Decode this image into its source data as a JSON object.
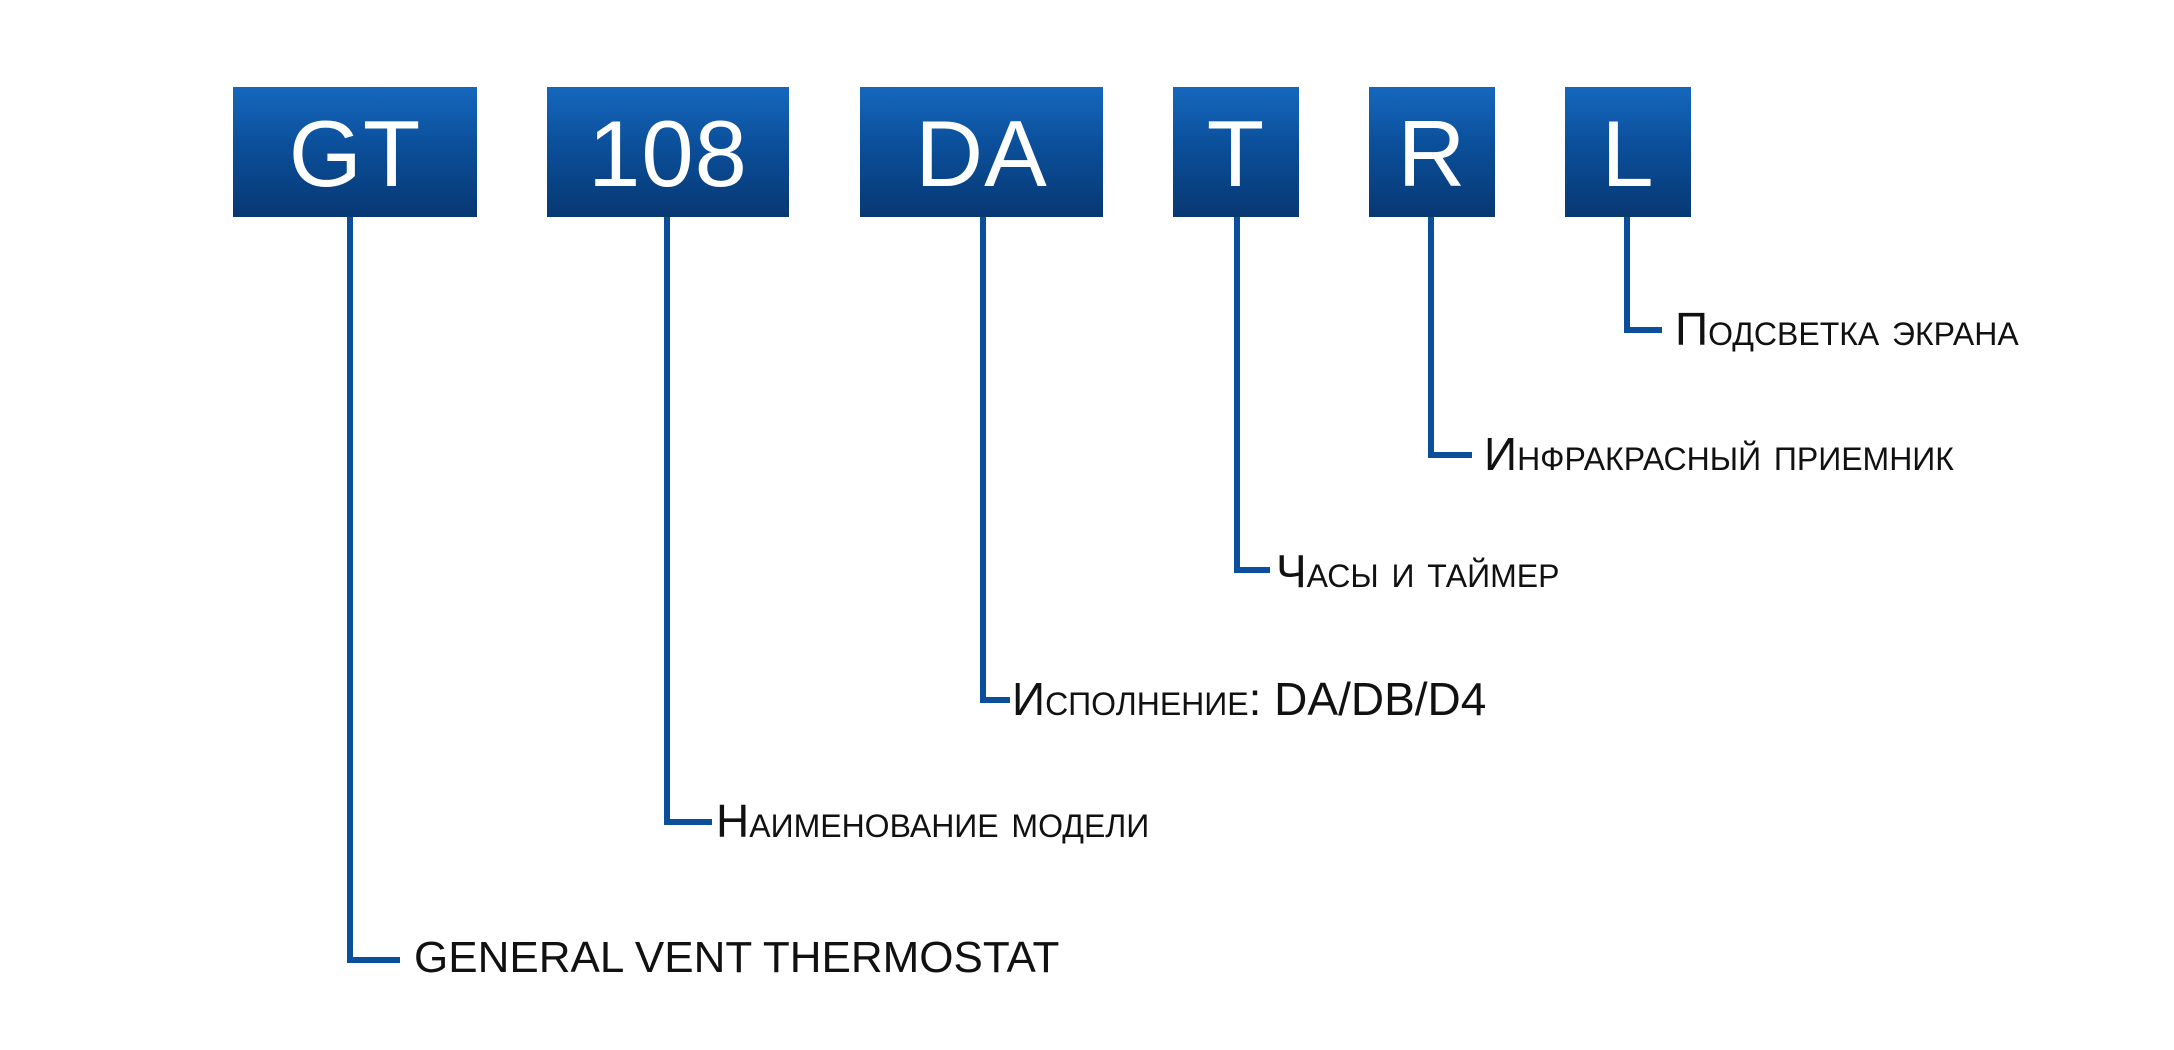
{
  "accent_color": "#0b4f9a",
  "codes": [
    {
      "id": "gt",
      "text": "GT"
    },
    {
      "id": "108",
      "text": "108"
    },
    {
      "id": "da",
      "text": "DA"
    },
    {
      "id": "t",
      "text": "T"
    },
    {
      "id": "r",
      "text": "R"
    },
    {
      "id": "l",
      "text": "L"
    }
  ],
  "descriptions": {
    "gt": "GENERAL VENT THERMOSTAT",
    "108": "Наименование модели",
    "da": "Исполнение: DA/DB/D4",
    "t": "Часы и таймер",
    "r": "Инфракрасный приемник",
    "l": "Подсветка экрана"
  }
}
